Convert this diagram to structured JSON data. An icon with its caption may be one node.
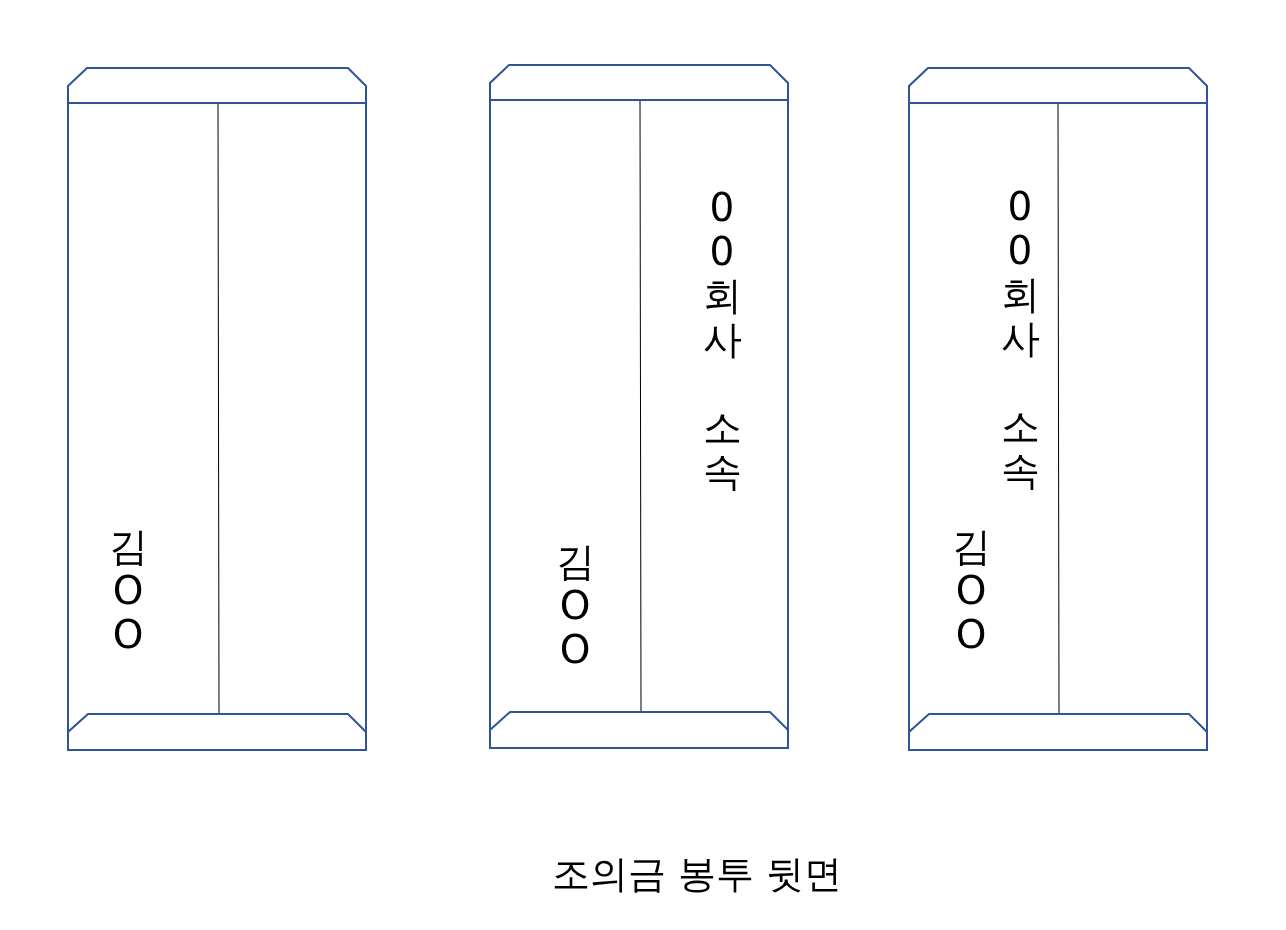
{
  "diagram": {
    "caption": "조의금 봉투 뒷면",
    "nodes": [
      {
        "text": [
          "김OO"
        ]
      },
      {
        "text": [
          "00회사 소속",
          "김OO"
        ]
      },
      {
        "text": [
          "00회사 소속",
          "김OO"
        ]
      }
    ]
  }
}
